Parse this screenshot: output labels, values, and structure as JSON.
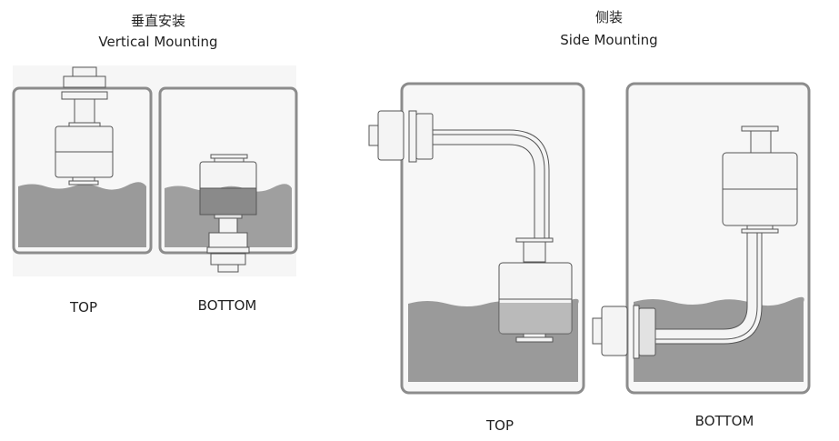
{
  "sections": {
    "vertical": {
      "title_cn": "垂直安装",
      "title_en": "Vertical Mounting",
      "top_label": "TOP",
      "bottom_label": "BOTTOM"
    },
    "side": {
      "title_cn": "侧装",
      "title_en": "Side Mounting",
      "top_label": "TOP",
      "bottom_label": "BOTTOM"
    }
  },
  "colors": {
    "tank_border": "#8c8c8c",
    "liquid": "#9a9a9a",
    "part_fill": "#f4f4f4",
    "outline": "#555555"
  }
}
